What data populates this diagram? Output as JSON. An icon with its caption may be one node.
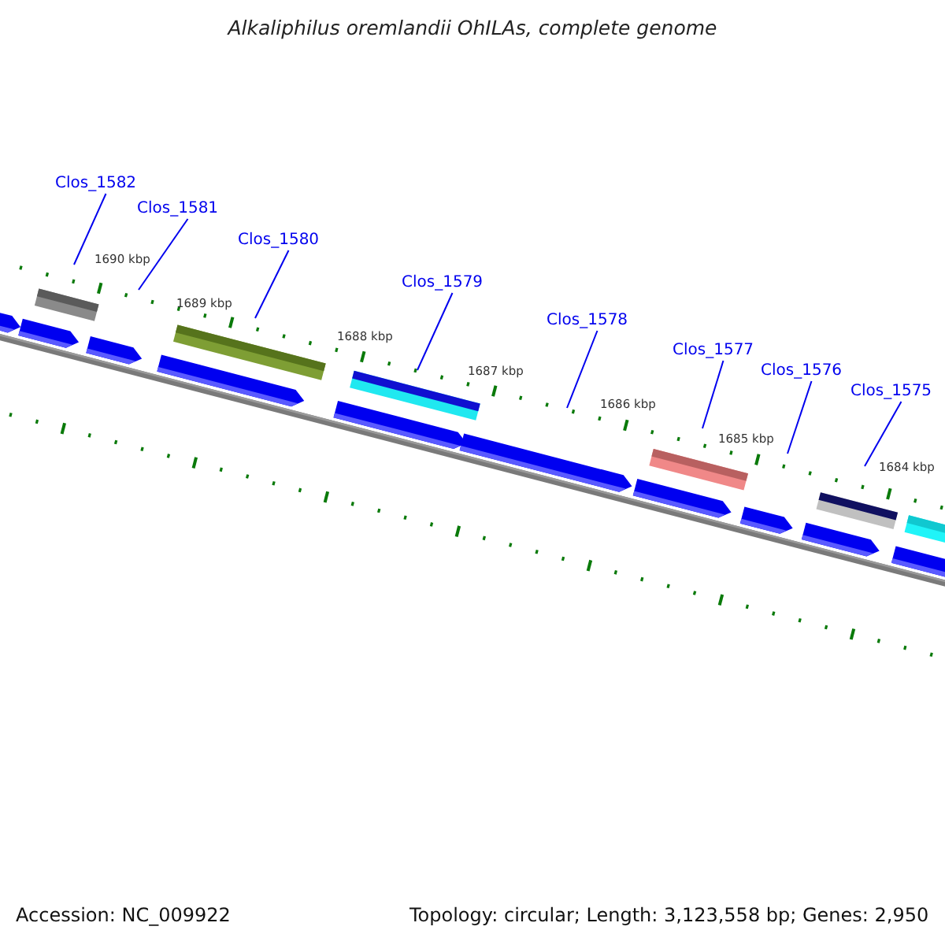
{
  "diagram": {
    "title": "Alkaliphilus oremlandii OhILAs, complete genome",
    "nodes": [
      {
        "text": [
          "Clos_1582"
        ]
      },
      {
        "text": [
          "Clos_1581"
        ]
      },
      {
        "text": [
          "Clos_1580"
        ]
      },
      {
        "text": [
          "Clos_1579"
        ]
      },
      {
        "text": [
          "Clos_1578"
        ]
      },
      {
        "text": [
          "Clos_1577"
        ]
      },
      {
        "text": [
          "Clos_1576"
        ]
      },
      {
        "text": [
          "Clos_1575"
        ]
      }
    ],
    "edges": [
      {
        "from": 0,
        "to": null,
        "arrow": "none"
      },
      {
        "from": 1,
        "to": null,
        "arrow": "none"
      },
      {
        "from": 2,
        "to": null,
        "arrow": "none"
      },
      {
        "from": 3,
        "to": null,
        "arrow": "none"
      },
      {
        "from": 4,
        "to": null,
        "arrow": "none"
      },
      {
        "from": 5,
        "to": null,
        "arrow": "none"
      },
      {
        "from": 6,
        "to": null,
        "arrow": "none"
      },
      {
        "from": 7,
        "to": null,
        "arrow": "none"
      }
    ],
    "labels": [
      "1690 kbp",
      "1689 kbp",
      "1688 kbp",
      "1687 kbp",
      "1686 kbp",
      "1685 kbp",
      "1684 kbp",
      "Accession: NC_009922",
      "Topology: circular; Length: 3,123,558 bp; Genes: 2,950"
    ]
  }
}
